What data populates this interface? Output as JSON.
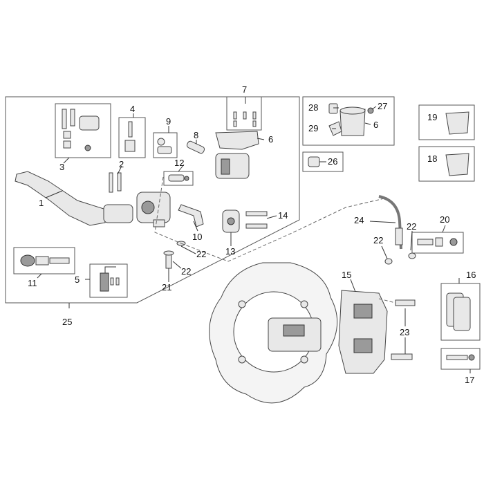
{
  "callouts": {
    "c1": "1",
    "c2": "2",
    "c3": "3",
    "c4": "4",
    "c5": "5",
    "c6": "6",
    "c6b": "6",
    "c7": "7",
    "c8": "8",
    "c9": "9",
    "c10": "10",
    "c11": "11",
    "c12": "12",
    "c13": "13",
    "c14": "14",
    "c15": "15",
    "c16": "16",
    "c17": "17",
    "c18": "18",
    "c19": "19",
    "c20": "20",
    "c21": "21",
    "c22a": "22",
    "c22b": "22",
    "c22c": "22",
    "c22d": "22",
    "c23": "23",
    "c24": "24",
    "c25": "25",
    "c26": "26",
    "c27": "27",
    "c28": "28",
    "c29": "29"
  }
}
